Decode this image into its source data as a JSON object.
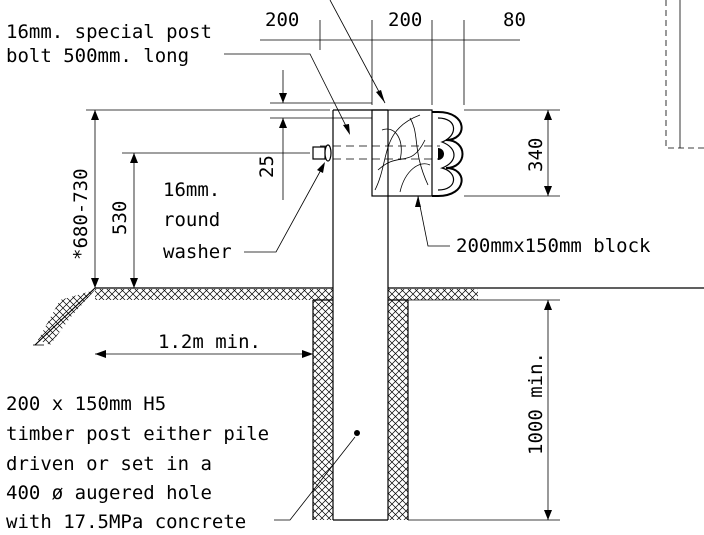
{
  "dimensions": {
    "top_left": "200",
    "top_mid": "200",
    "top_right": "80",
    "bolt_offset": "25",
    "rail_height": "340",
    "bolt_height": "530",
    "rail_top_height": "*680-730",
    "embedment": "1000 min."
  },
  "labels": {
    "bolt_line1": "16mm. special post",
    "bolt_line2": "bolt 500mm. long",
    "washer_line1": "16mm.",
    "washer_line2": "round",
    "washer_line3": "washer",
    "block": "200mmx150mm block",
    "clearance": "1.2m min.",
    "post_line1": "200 x 150mm H5",
    "post_line2": "timber post either pile",
    "post_line3": "driven or set in a",
    "post_line4": "400 ø augered hole",
    "post_line5": "with 17.5MPa concrete"
  }
}
